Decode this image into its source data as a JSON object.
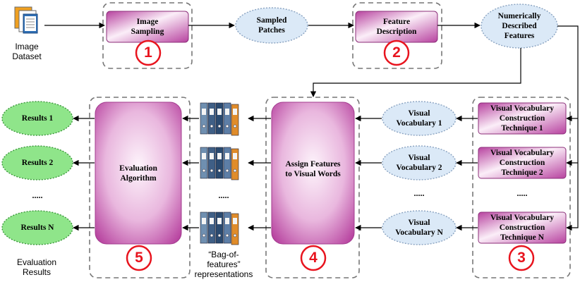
{
  "inputs": {
    "image_dataset": "Image\nDataset"
  },
  "pipeline": {
    "image_sampling": "Image\nSampling",
    "sampled_patches": "Sampled\nPatches",
    "feature_description": "Feature\nDescription",
    "numerically_described_features": "Numerically\nDescribed\nFeatures",
    "assign_features": "Assign Features\nto Visual Words",
    "evaluation_algorithm": "Evaluation\nAlgorithm"
  },
  "vocab_techniques": [
    "Visual Vocabulary\nConstruction\nTechnique 1",
    "Visual Vocabulary\nConstruction\nTechnique 2",
    "Visual Vocabulary\nConstruction\nTechnique N"
  ],
  "vocabularies": [
    "Visual\nVocabulary 1",
    "Visual\nVocabulary 2",
    "Visual\nVocabulary N"
  ],
  "results": [
    "Results 1",
    "Results 2",
    "Results N"
  ],
  "ellipsis": ".....",
  "bag_of_features_label": "“Bag-of-\nfeatures”\nrepresentations",
  "evaluation_results_label": "Evaluation\nResults",
  "step_numbers": [
    "1",
    "2",
    "3",
    "4",
    "5"
  ],
  "colors": {
    "magenta": "#b03a9c",
    "magenta_light": "#f6e3f2",
    "ellipse_fill": "#dbe9f7",
    "ellipse_stroke": "#8aa3c1",
    "results_fill": "#8fe58a",
    "results_stroke": "#3d9a3d",
    "dashed_frame": "#777777",
    "step_circle": "#e8141e"
  },
  "icons": {
    "dataset": "document-stack-icon",
    "bag_of_features": "binders-icon"
  }
}
